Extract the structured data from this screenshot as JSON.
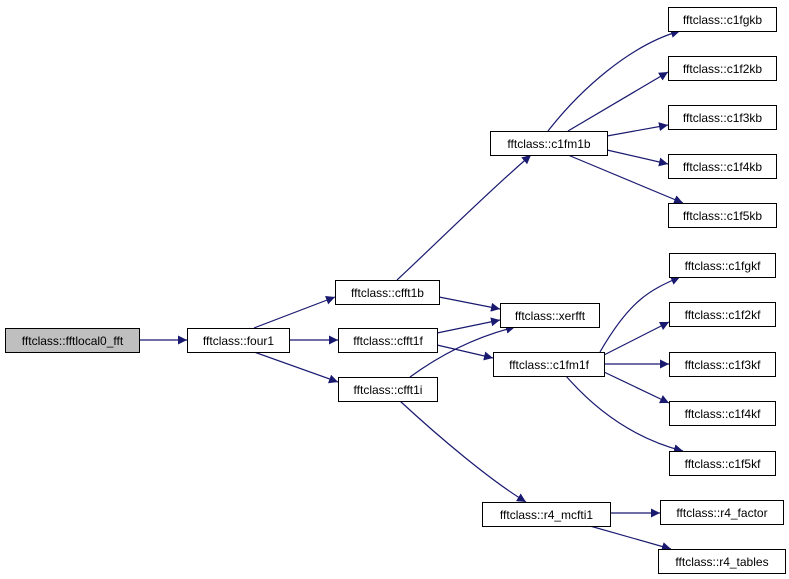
{
  "colors": {
    "edge": "#191970",
    "node_fill": "#ffffff",
    "root_fill": "#bfbfbf",
    "node_border": "#000000"
  },
  "nodes": {
    "fftlocal0_fft": "fftclass::fftlocal0_fft",
    "four1": "fftclass::four1",
    "cfft1b": "fftclass::cfft1b",
    "cfft1f": "fftclass::cfft1f",
    "cfft1i": "fftclass::cfft1i",
    "c1fm1b": "fftclass::c1fm1b",
    "xerfft": "fftclass::xerfft",
    "c1fm1f": "fftclass::c1fm1f",
    "r4_mcfti1": "fftclass::r4_mcfti1",
    "c1fgkb": "fftclass::c1fgkb",
    "c1f2kb": "fftclass::c1f2kb",
    "c1f3kb": "fftclass::c1f3kb",
    "c1f4kb": "fftclass::c1f4kb",
    "c1f5kb": "fftclass::c1f5kb",
    "c1fgkf": "fftclass::c1fgkf",
    "c1f2kf": "fftclass::c1f2kf",
    "c1f3kf": "fftclass::c1f3kf",
    "c1f4kf": "fftclass::c1f4kf",
    "c1f5kf": "fftclass::c1f5kf",
    "r4_factor": "fftclass::r4_factor",
    "r4_tables": "fftclass::r4_tables"
  },
  "edges": [
    {
      "from": "fftlocal0_fft",
      "to": "four1"
    },
    {
      "from": "four1",
      "to": "cfft1b"
    },
    {
      "from": "four1",
      "to": "cfft1f"
    },
    {
      "from": "four1",
      "to": "cfft1i"
    },
    {
      "from": "cfft1b",
      "to": "c1fm1b"
    },
    {
      "from": "cfft1b",
      "to": "xerfft"
    },
    {
      "from": "cfft1f",
      "to": "xerfft"
    },
    {
      "from": "cfft1f",
      "to": "c1fm1f"
    },
    {
      "from": "cfft1i",
      "to": "xerfft"
    },
    {
      "from": "cfft1i",
      "to": "r4_mcfti1"
    },
    {
      "from": "c1fm1b",
      "to": "c1fgkb"
    },
    {
      "from": "c1fm1b",
      "to": "c1f2kb"
    },
    {
      "from": "c1fm1b",
      "to": "c1f3kb"
    },
    {
      "from": "c1fm1b",
      "to": "c1f4kb"
    },
    {
      "from": "c1fm1b",
      "to": "c1f5kb"
    },
    {
      "from": "c1fm1f",
      "to": "c1fgkf"
    },
    {
      "from": "c1fm1f",
      "to": "c1f2kf"
    },
    {
      "from": "c1fm1f",
      "to": "c1f3kf"
    },
    {
      "from": "c1fm1f",
      "to": "c1f4kf"
    },
    {
      "from": "c1fm1f",
      "to": "c1f5kf"
    },
    {
      "from": "r4_mcfti1",
      "to": "r4_factor"
    },
    {
      "from": "r4_mcfti1",
      "to": "r4_tables"
    }
  ]
}
